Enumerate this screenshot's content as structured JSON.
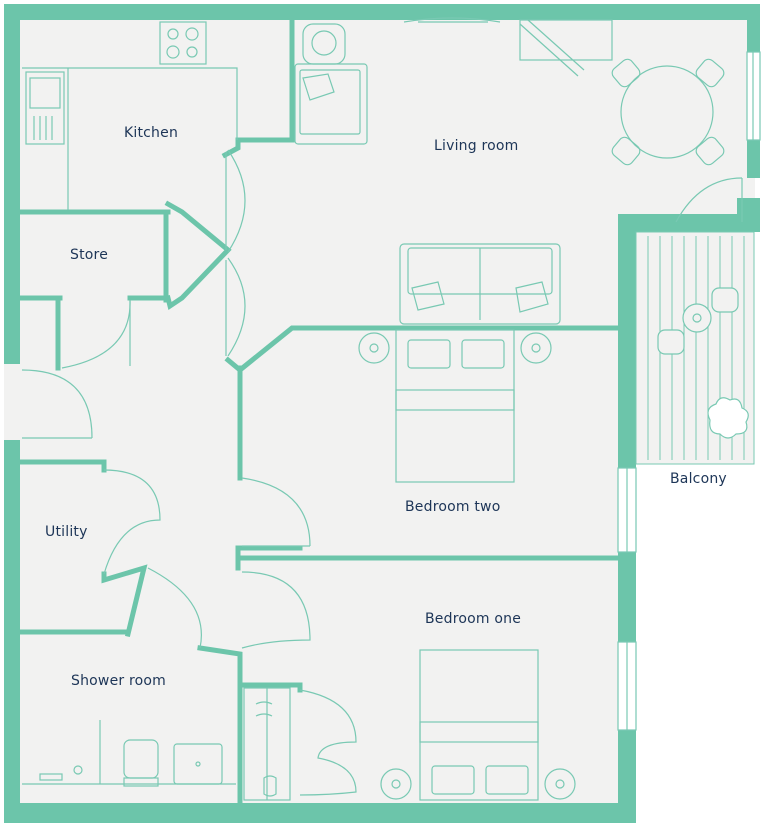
{
  "colors": {
    "wall": "#6cc5aa",
    "floor": "#f2f2f1",
    "line": "#79c9b3",
    "label": "#1d3557",
    "background": "#ffffff"
  },
  "rooms": {
    "kitchen": "Kitchen",
    "living_room": "Living room",
    "store": "Store",
    "bedroom_two": "Bedroom two",
    "balcony": "Balcony",
    "utility": "Utility",
    "bedroom_one": "Bedroom one",
    "shower_room": "Shower room"
  },
  "icons": [
    "hob-icon",
    "sink-icon",
    "armchair-icon",
    "side-table-icon",
    "dining-table-icon",
    "sofa-icon",
    "double-bed-icon",
    "bedside-table-icon",
    "wardrobe-icon",
    "toilet-icon",
    "basin-icon",
    "shower-tray-icon",
    "balcony-table-icon",
    "plant-icon",
    "door-swing-icon",
    "window-icon"
  ]
}
